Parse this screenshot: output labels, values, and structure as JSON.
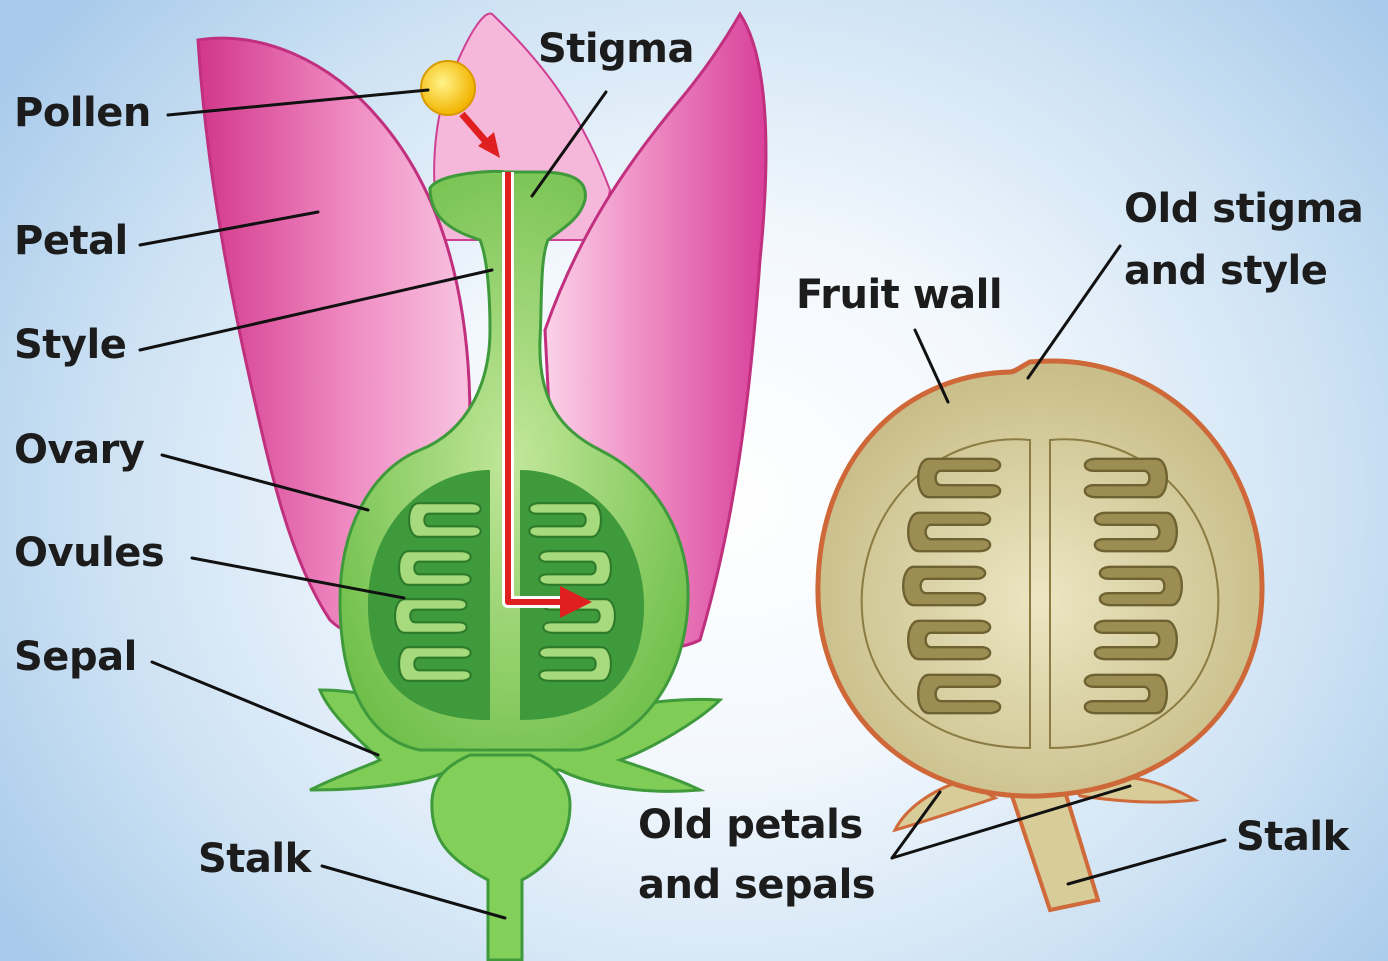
{
  "flower": {
    "labels": {
      "pollen": "Pollen",
      "stigma": "Stigma",
      "petal": "Petal",
      "style": "Style",
      "ovary": "Ovary",
      "ovules": "Ovules",
      "sepal": "Sepal",
      "stalk": "Stalk"
    }
  },
  "fruit": {
    "labels": {
      "fruit_wall": "Fruit wall",
      "old_stigma_line1": "Old stigma",
      "old_stigma_line2": "and style",
      "old_petals_line1": "Old petals",
      "old_petals_line2": "and sepals",
      "stalk": "Stalk"
    }
  },
  "colors": {
    "petal": "#e873b1",
    "pistil": "#8ccf64",
    "ovary_inner": "#3f9a3b",
    "pollen_tube": "#e02020",
    "pollen": "#f5c400",
    "fruit_wall": "#d06a3a",
    "fruit_fill": "#d8d0a4",
    "seed_dark": "#8a7c43"
  }
}
